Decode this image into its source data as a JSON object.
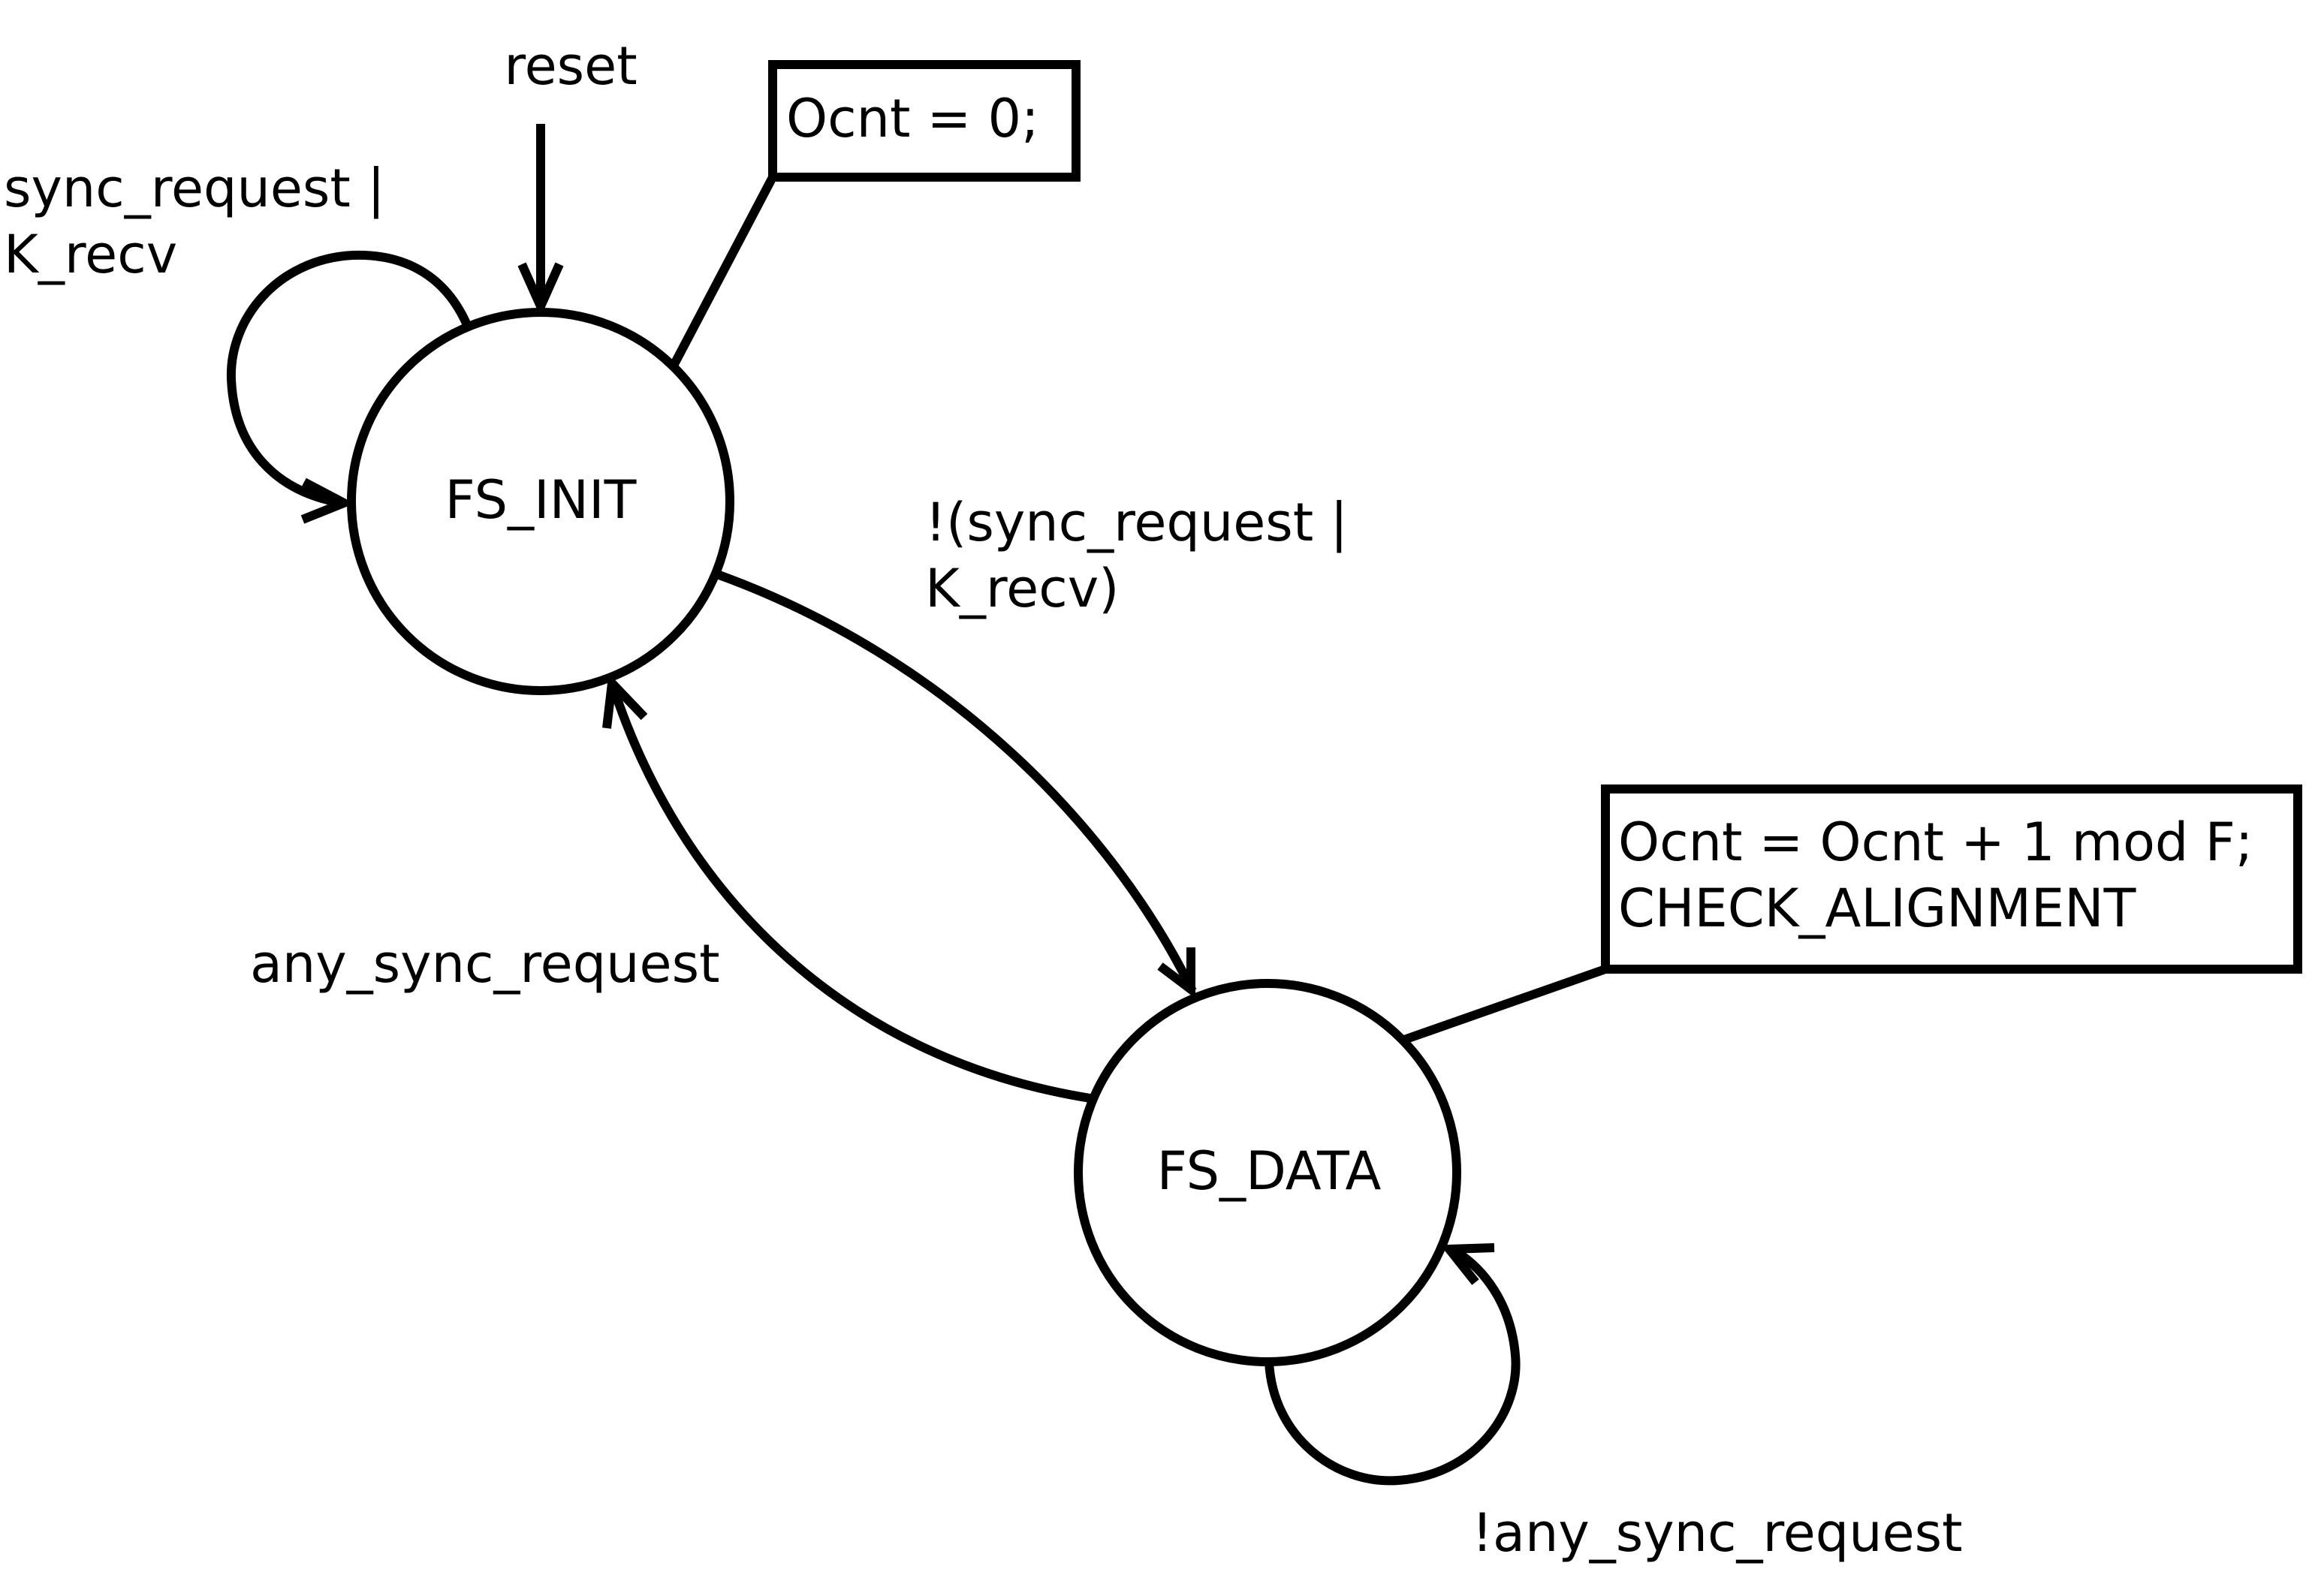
{
  "states": [
    {
      "id": "fs-init",
      "label": "FS_INIT"
    },
    {
      "id": "fs-data",
      "label": "FS_DATA"
    }
  ],
  "initial_transition": {
    "label": "reset",
    "to": "fs-init"
  },
  "transitions": [
    {
      "id": "init-self",
      "from": "fs-init",
      "to": "fs-init",
      "label_lines": [
        "sync_request |",
        "K_recv"
      ]
    },
    {
      "id": "init-to-data",
      "from": "fs-init",
      "to": "fs-data",
      "label_lines": [
        "!(sync_request |",
        "K_recv)"
      ]
    },
    {
      "id": "data-to-init",
      "from": "fs-data",
      "to": "fs-init",
      "label_lines": [
        "any_sync_request"
      ]
    },
    {
      "id": "data-self",
      "from": "fs-data",
      "to": "fs-data",
      "label_lines": [
        "!any_sync_request"
      ]
    }
  ],
  "actions": [
    {
      "id": "init-action",
      "state": "fs-init",
      "lines": [
        "Ocnt = 0;"
      ]
    },
    {
      "id": "data-action",
      "state": "fs-data",
      "lines": [
        "Ocnt = Ocnt + 1 mod F;",
        "CHECK_ALIGNMENT"
      ]
    }
  ]
}
